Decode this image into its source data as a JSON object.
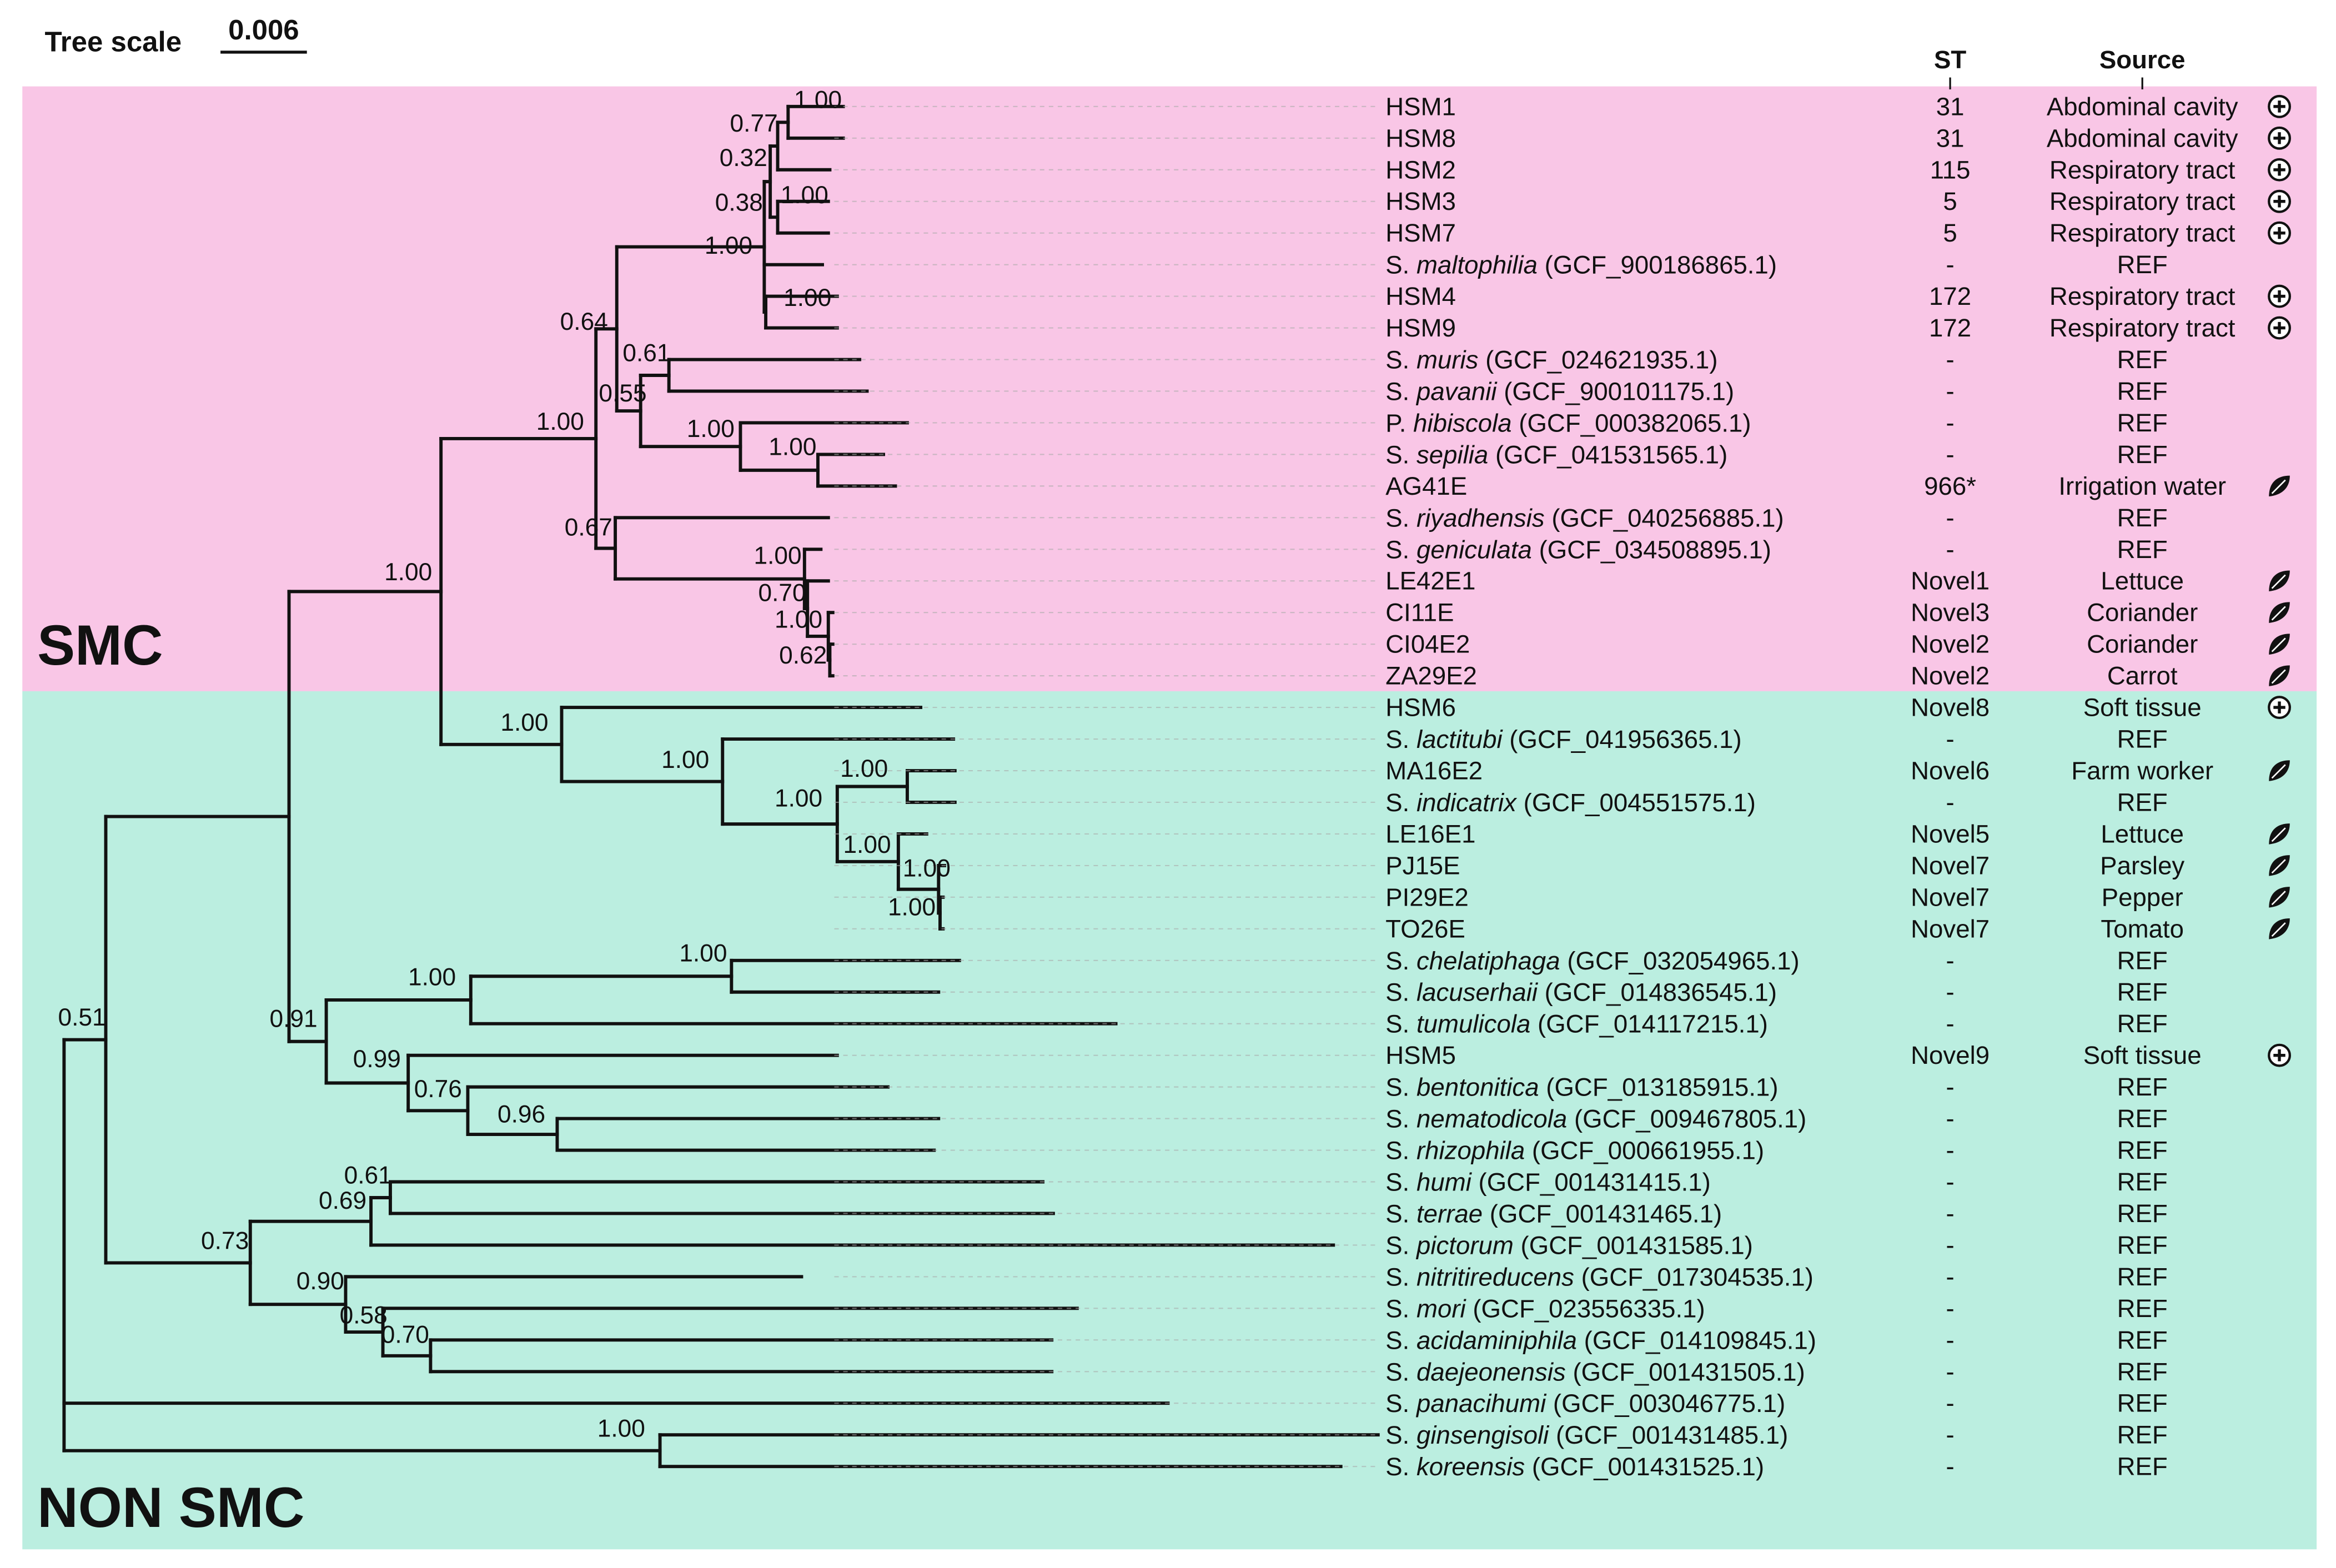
{
  "header": {
    "tree_scale_label": "Tree scale",
    "tree_scale_value": "0.006",
    "col_st": "ST",
    "col_source": "Source"
  },
  "groups": {
    "smc": "SMC",
    "non_smc": "NON SMC"
  },
  "colors": {
    "smc_bg": "#f9c6e6",
    "non_smc_bg": "#bbeee0",
    "line": "#111111",
    "leader": "#aaaaaa"
  },
  "icon_types": {
    "human": "human-icon",
    "plant": "leaf-icon"
  },
  "rows": [
    {
      "label": "HSM1",
      "st": "31",
      "source": "Abdominal cavity",
      "icon": "human"
    },
    {
      "label": "HSM8",
      "st": "31",
      "source": "Abdominal cavity",
      "icon": "human"
    },
    {
      "label": "HSM2",
      "st": "115",
      "source": "Respiratory tract",
      "icon": "human"
    },
    {
      "label": "HSM3",
      "st": "5",
      "source": "Respiratory tract",
      "icon": "human"
    },
    {
      "label": "HSM7",
      "st": "5",
      "source": "Respiratory tract",
      "icon": "human"
    },
    {
      "label": "S. maltophilia (GCF_900186865.1)",
      "italic": "maltophilia",
      "st": "-",
      "source": "REF"
    },
    {
      "label": "HSM4",
      "st": "172",
      "source": "Respiratory tract",
      "icon": "human"
    },
    {
      "label": "HSM9",
      "st": "172",
      "source": "Respiratory tract",
      "icon": "human"
    },
    {
      "label": "S. muris (GCF_024621935.1)",
      "italic": "muris",
      "st": "-",
      "source": "REF"
    },
    {
      "label": "S. pavanii (GCF_900101175.1)",
      "italic": "pavanii",
      "st": "-",
      "source": "REF"
    },
    {
      "label": "P. hibiscola (GCF_000382065.1)",
      "italic": "hibiscola",
      "st": "-",
      "source": "REF"
    },
    {
      "label": "S. sepilia (GCF_041531565.1)",
      "italic": "sepilia",
      "st": "-",
      "source": "REF"
    },
    {
      "label": "AG41E",
      "st": "966*",
      "source": "Irrigation water",
      "icon": "plant"
    },
    {
      "label": "S. riyadhensis (GCF_040256885.1)",
      "italic": "riyadhensis",
      "st": "-",
      "source": "REF"
    },
    {
      "label": "S. geniculata (GCF_034508895.1)",
      "italic": "geniculata",
      "st": "-",
      "source": "REF"
    },
    {
      "label": "LE42E1",
      "st": "Novel1",
      "source": "Lettuce",
      "icon": "plant"
    },
    {
      "label": "CI11E",
      "st": "Novel3",
      "source": "Coriander",
      "icon": "plant"
    },
    {
      "label": "CI04E2",
      "st": "Novel2",
      "source": "Coriander",
      "icon": "plant"
    },
    {
      "label": "ZA29E2",
      "st": "Novel2",
      "source": "Carrot",
      "icon": "plant"
    },
    {
      "label": "HSM6",
      "st": "Novel8",
      "source": "Soft tissue",
      "icon": "human"
    },
    {
      "label": "S. lactitubi (GCF_041956365.1)",
      "italic": "lactitubi",
      "st": "-",
      "source": "REF"
    },
    {
      "label": "MA16E2",
      "st": "Novel6",
      "source": "Farm worker",
      "icon": "plant"
    },
    {
      "label": "S. indicatrix (GCF_004551575.1)",
      "italic": "indicatrix",
      "st": "-",
      "source": "REF"
    },
    {
      "label": "LE16E1",
      "st": "Novel5",
      "source": "Lettuce",
      "icon": "plant"
    },
    {
      "label": "PJ15E",
      "st": "Novel7",
      "source": "Parsley",
      "icon": "plant"
    },
    {
      "label": "PI29E2",
      "st": "Novel7",
      "source": "Pepper",
      "icon": "plant"
    },
    {
      "label": "TO26E",
      "st": "Novel7",
      "source": "Tomato",
      "icon": "plant"
    },
    {
      "label": "S. chelatiphaga (GCF_032054965.1)",
      "italic": "chelatiphaga",
      "st": "-",
      "source": "REF"
    },
    {
      "label": "S. lacuserhaii (GCF_014836545.1)",
      "italic": "lacuserhaii",
      "st": "-",
      "source": "REF"
    },
    {
      "label": "S. tumulicola (GCF_014117215.1)",
      "italic": "tumulicola",
      "st": "-",
      "source": "REF"
    },
    {
      "label": "HSM5",
      "st": "Novel9",
      "source": "Soft tissue",
      "icon": "human"
    },
    {
      "label": "S. bentonitica (GCF_013185915.1)",
      "italic": "bentonitica",
      "st": "-",
      "source": "REF"
    },
    {
      "label": "S. nematodicola (GCF_009467805.1)",
      "italic": "nematodicola",
      "st": "-",
      "source": "REF"
    },
    {
      "label": "S. rhizophila (GCF_000661955.1)",
      "italic": "rhizophila",
      "st": "-",
      "source": "REF"
    },
    {
      "label": "S. humi (GCF_001431415.1)",
      "italic": "humi",
      "st": "-",
      "source": "REF"
    },
    {
      "label": "S. terrae (GCF_001431465.1)",
      "italic": "terrae",
      "st": "-",
      "source": "REF"
    },
    {
      "label": "S. pictorum (GCF_001431585.1)",
      "italic": "pictorum",
      "st": "-",
      "source": "REF"
    },
    {
      "label": "S. nitritireducens (GCF_017304535.1)",
      "italic": "nitritireducens",
      "st": "-",
      "source": "REF"
    },
    {
      "label": "S. mori (GCF_023556335.1)",
      "italic": "mori",
      "st": "-",
      "source": "REF"
    },
    {
      "label": "S. acidaminiphila (GCF_014109845.1)",
      "italic": "acidaminiphila",
      "st": "-",
      "source": "REF"
    },
    {
      "label": "S. daejeonensis (GCF_001431505.1)",
      "italic": "daejeonensis",
      "st": "-",
      "source": "REF"
    },
    {
      "label": "S. panacihumi (GCF_003046775.1)",
      "italic": "panacihumi",
      "st": "-",
      "source": "REF"
    },
    {
      "label": "S. ginsengisoli (GCF_001431485.1)",
      "italic": "ginsengisoli",
      "st": "-",
      "source": "REF"
    },
    {
      "label": "S. koreensis (GCF_001431525.1)",
      "italic": "koreensis",
      "st": "-",
      "source": "REF"
    }
  ],
  "support_values": [
    "1.00",
    "0.77",
    "0.32",
    "0.38",
    "1.00",
    "1.00",
    "1.00",
    "0.64",
    "0.61",
    "0.55",
    "1.00",
    "1.00",
    "1.00",
    "0.67",
    "1.00",
    "0.70",
    "1.00",
    "0.62",
    "1.00",
    "1.00",
    "1.00",
    "1.00",
    "1.00",
    "1.00",
    "1.00",
    "1.00",
    "1.00",
    "1.00",
    "0.91",
    "0.99",
    "0.76",
    "0.96",
    "0.61",
    "0.69",
    "0.73",
    "0.90",
    "0.58",
    "0.70",
    "1.00",
    "0.51"
  ]
}
